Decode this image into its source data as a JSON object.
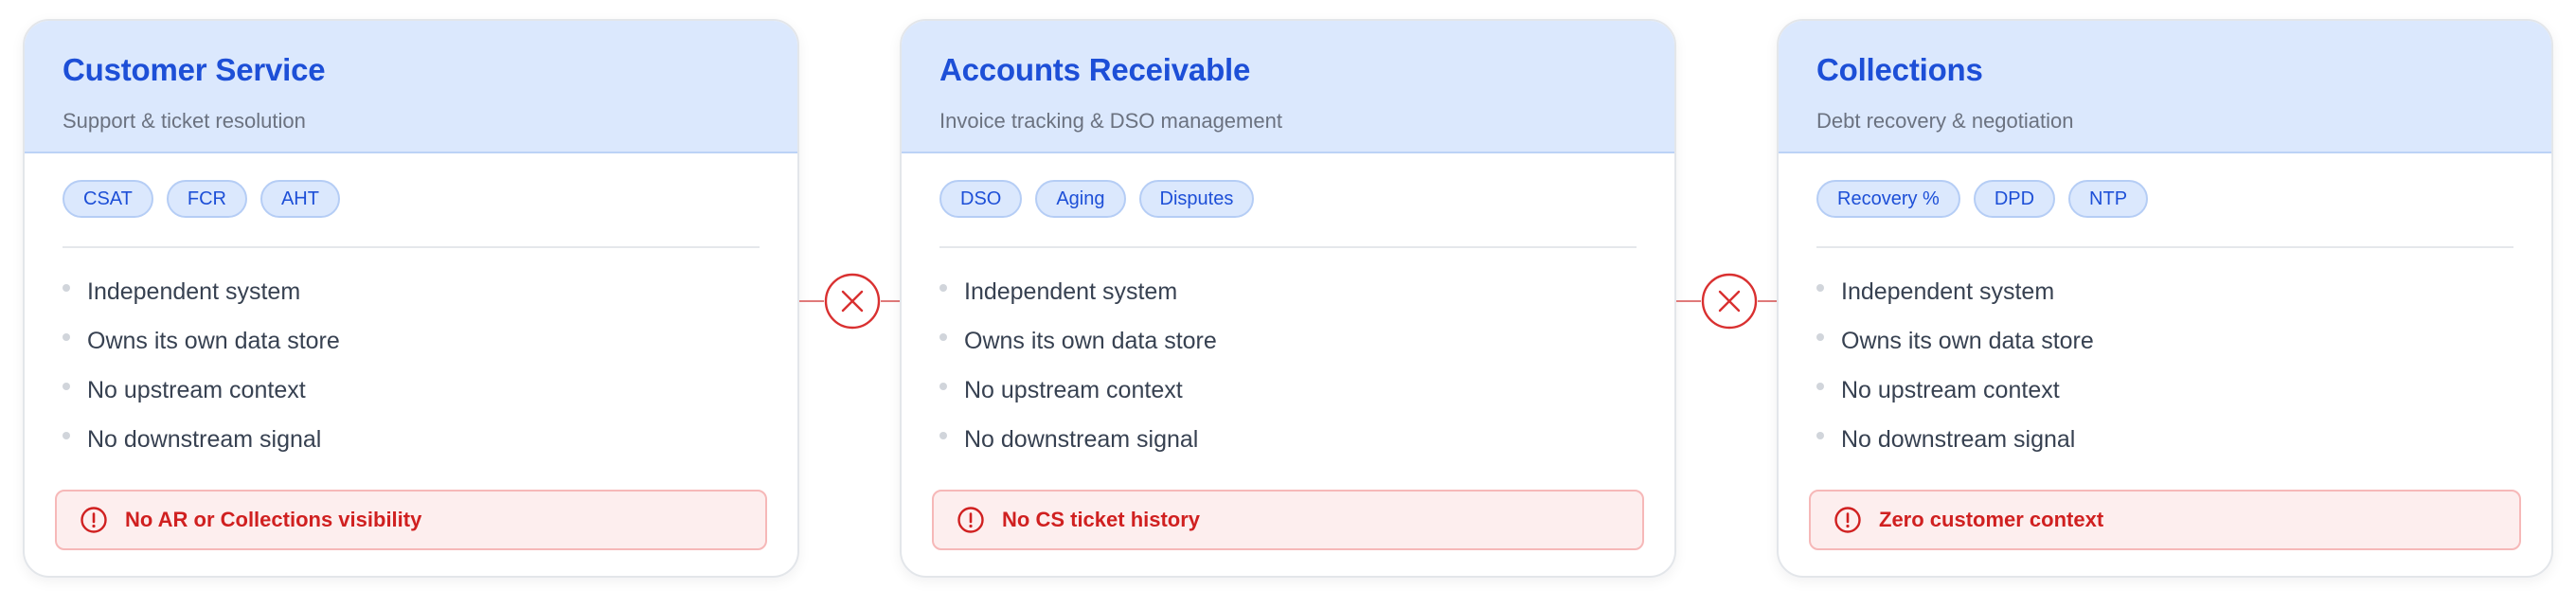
{
  "cards": [
    {
      "title": "Customer Service",
      "subtitle": "Support & ticket resolution",
      "tags": [
        "CSAT",
        "FCR",
        "AHT"
      ],
      "bullets": [
        "Independent system",
        "Owns its own data store",
        "No upstream context",
        "No downstream signal"
      ],
      "warning": "No AR or Collections visibility"
    },
    {
      "title": "Accounts Receivable",
      "subtitle": "Invoice tracking & DSO management",
      "tags": [
        "DSO",
        "Aging",
        "Disputes"
      ],
      "bullets": [
        "Independent system",
        "Owns its own data store",
        "No upstream context",
        "No downstream signal"
      ],
      "warning": "No CS ticket history"
    },
    {
      "title": "Collections",
      "subtitle": "Debt recovery & negotiation",
      "tags": [
        "Recovery %",
        "DPD",
        "NTP"
      ],
      "bullets": [
        "Independent system",
        "Owns its own data store",
        "No upstream context",
        "No downstream signal"
      ],
      "warning": "Zero customer context"
    }
  ],
  "connectors": [
    {
      "icon": "x-circle-icon"
    },
    {
      "icon": "x-circle-icon"
    }
  ],
  "colors": {
    "header_bg": "#dbe8fd",
    "title": "#1d4fd7",
    "warning_text": "#d02020",
    "warning_bg": "#fdeeee",
    "connector": "#d93030"
  }
}
